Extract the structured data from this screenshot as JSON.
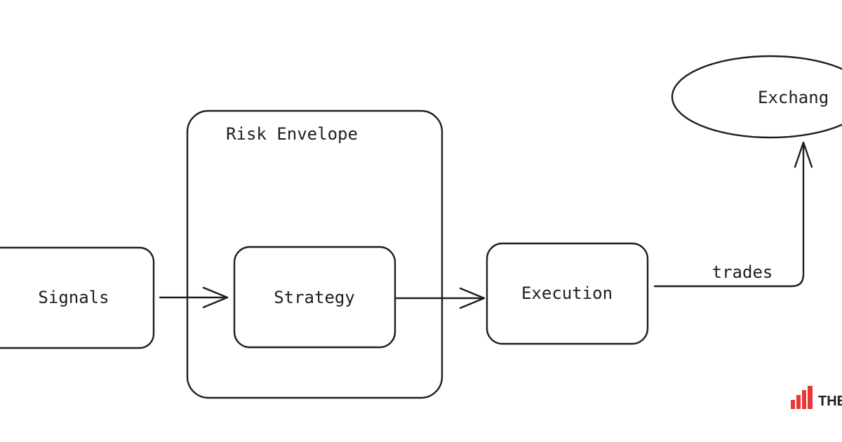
{
  "diagram": {
    "nodes": {
      "signals": "Signals",
      "risk_envelope": "Risk Envelope",
      "strategy": "Strategy",
      "execution": "Execution",
      "exchange": "Exchang"
    },
    "edges": {
      "execution_to_exchange": "trades"
    }
  },
  "brand": {
    "text": "THE",
    "colors": {
      "bars": "#e53935",
      "text": "#1e1e1e"
    }
  }
}
